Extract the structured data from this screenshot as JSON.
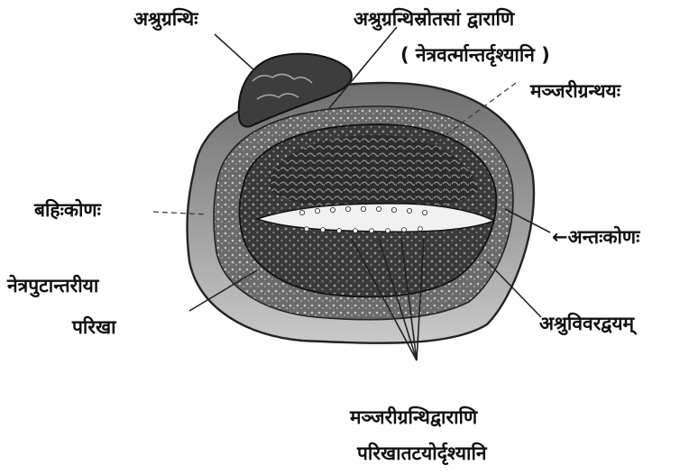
{
  "labels": {
    "lacrimal_gland": "अश्रुग्रन्थिः",
    "gland_duct_openings": "अश्रुग्रन्थिस्रोतसां द्वाराणि",
    "eyelid_visible": "( नेत्रवर्त्मान्तर्दृश्यानि )",
    "meibomian_glands": "मञ्जरीग्रन्थयः",
    "outer_canthus": "बहिःकोणः",
    "inner_canthus": "←अन्तःकोणः",
    "conjunctival_fornix_1": "नेत्रपुटान्तरीया",
    "conjunctival_fornix_2": "परिखा",
    "lacrimal_puncta": "अश्रुविवरद्वयम्",
    "meibomian_openings_1": "मञ्जरीग्रन्थिद्वाराणि",
    "meibomian_openings_2": "परिखातटयोर्दृश्यानि"
  }
}
